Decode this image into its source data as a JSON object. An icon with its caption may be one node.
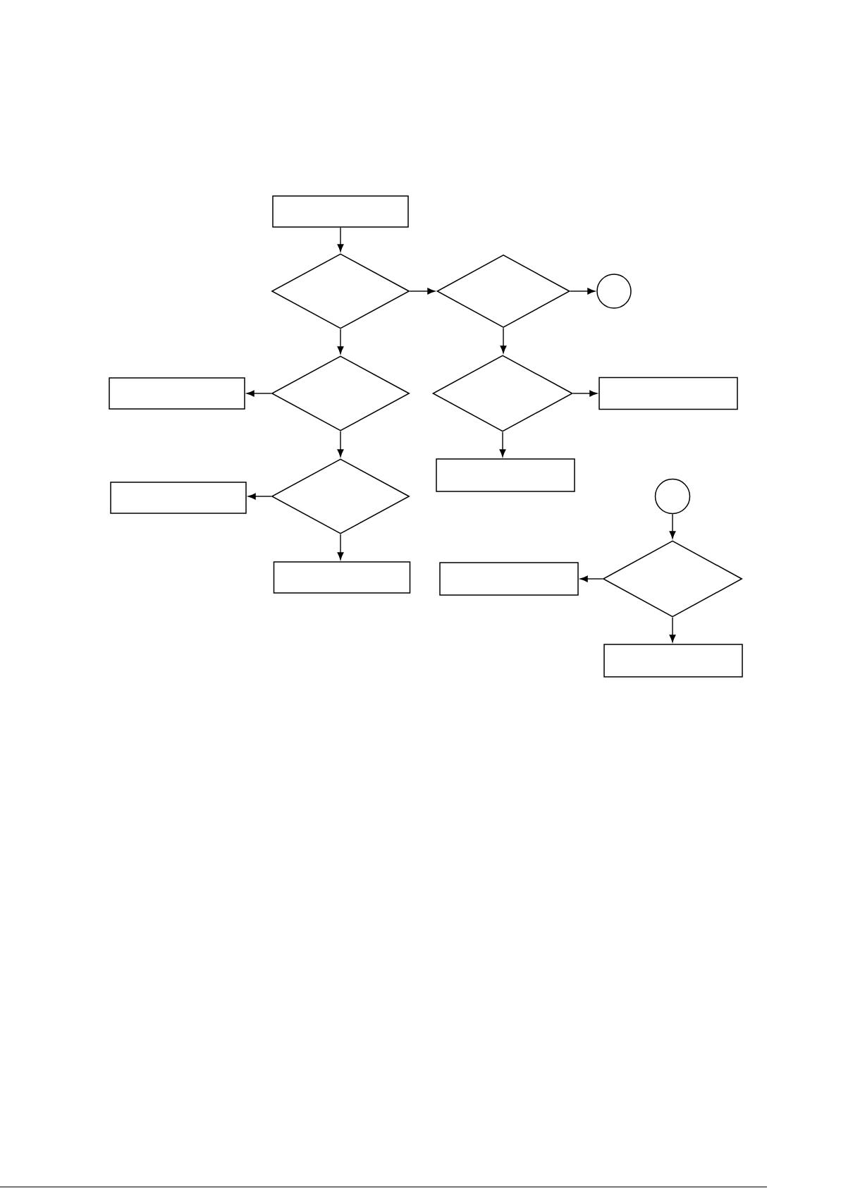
{
  "diagram": {
    "nodes": [
      {
        "text": [],
        "shape": "box"
      },
      {
        "text": [],
        "shape": "diamond"
      },
      {
        "text": [],
        "shape": "diamond"
      },
      {
        "text": [],
        "shape": "circle"
      },
      {
        "text": [],
        "shape": "box"
      },
      {
        "text": [],
        "shape": "diamond"
      },
      {
        "text": [],
        "shape": "diamond"
      },
      {
        "text": [],
        "shape": "box"
      },
      {
        "text": [],
        "shape": "box"
      },
      {
        "text": [],
        "shape": "box"
      },
      {
        "text": [],
        "shape": "diamond"
      },
      {
        "text": [],
        "shape": "circle"
      },
      {
        "text": [],
        "shape": "box"
      },
      {
        "text": [],
        "shape": "box"
      },
      {
        "text": [],
        "shape": "diamond"
      },
      {
        "text": [],
        "shape": "box"
      }
    ],
    "edges": [
      {
        "from": 0,
        "to": 1,
        "arrow": "to"
      },
      {
        "from": 1,
        "to": 2,
        "arrow": "to"
      },
      {
        "from": 2,
        "to": 3,
        "arrow": "to"
      },
      {
        "from": 1,
        "to": 5,
        "arrow": "to"
      },
      {
        "from": 2,
        "to": 6,
        "arrow": "to"
      },
      {
        "from": 5,
        "to": 4,
        "arrow": "to"
      },
      {
        "from": 6,
        "to": 7,
        "arrow": "to"
      },
      {
        "from": 6,
        "to": 8,
        "arrow": "to"
      },
      {
        "from": 5,
        "to": 10,
        "arrow": "to"
      },
      {
        "from": 10,
        "to": 9,
        "arrow": "to"
      },
      {
        "from": 10,
        "to": 12,
        "arrow": "to"
      },
      {
        "from": 11,
        "to": 14,
        "arrow": "to"
      },
      {
        "from": 14,
        "to": 13,
        "arrow": "to"
      },
      {
        "from": 14,
        "to": 15,
        "arrow": "to"
      }
    ]
  }
}
